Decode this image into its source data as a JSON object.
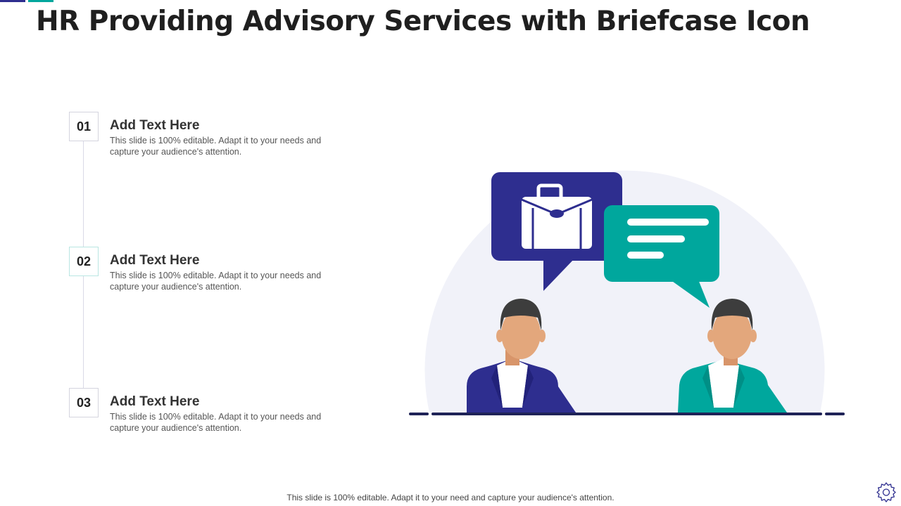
{
  "colors": {
    "navy": "#2e2e8f",
    "teal": "#00a79d",
    "bubble_bg": "#f1f2f9",
    "skin": "#e3a77c",
    "hair": "#3d3d3d",
    "baseline": "#1f2357"
  },
  "title": "HR Providing Advisory Services with Briefcase Icon",
  "steps": [
    {
      "number": "01",
      "heading": "Add Text Here",
      "description": "This slide is 100% editable. Adapt it to your needs and capture your audience's attention."
    },
    {
      "number": "02",
      "heading": "Add Text Here",
      "description": "This slide is 100% editable. Adapt it to your needs and capture your audience's attention."
    },
    {
      "number": "03",
      "heading": "Add Text Here",
      "description": "This slide is 100% editable. Adapt it to your needs and capture your audience's attention."
    }
  ],
  "illustration": {
    "icons": [
      "briefcase-icon",
      "chat-lines-icon",
      "person-icon",
      "person-icon"
    ]
  },
  "footer": {
    "note": "This slide is 100% editable. Adapt it to your need and capture your audience's attention."
  }
}
